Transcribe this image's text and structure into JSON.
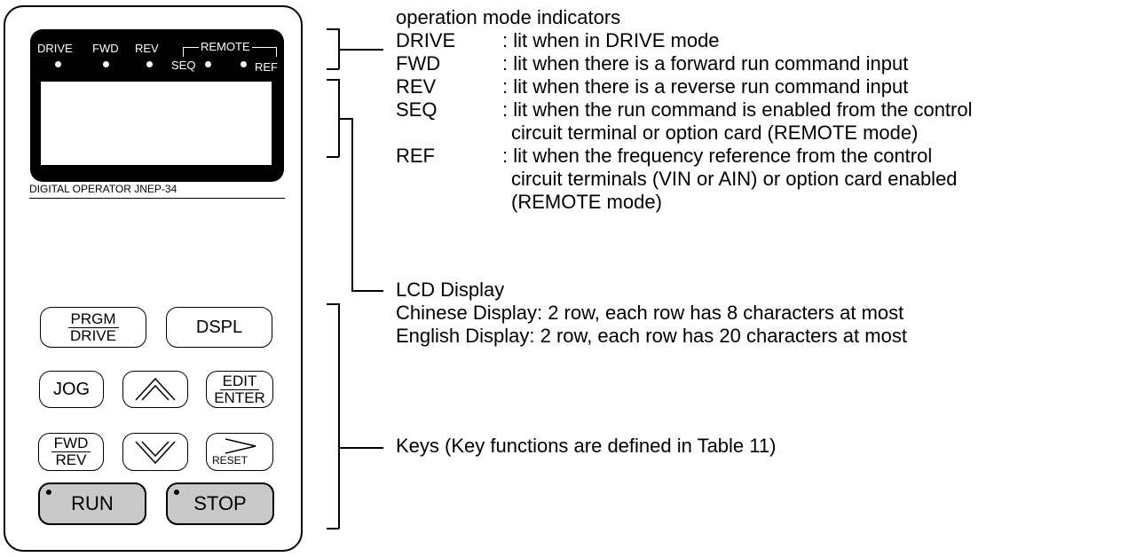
{
  "operator": {
    "indicators": {
      "drive": "DRIVE",
      "fwd": "FWD",
      "rev": "REV",
      "remote": "REMOTE",
      "seq": "SEQ",
      "ref": "REF"
    },
    "model": "DIGITAL OPERATOR JNEP-34",
    "keys": {
      "prgm": "PRGM",
      "drive": "DRIVE",
      "dspl": "DSPL",
      "jog": "JOG",
      "edit": "EDIT",
      "enter": "ENTER",
      "fwd": "FWD",
      "rev": "REV",
      "reset": "RESET",
      "run": "RUN",
      "stop": "STOP"
    }
  },
  "annotations": {
    "indicators_title": "operation mode indicators",
    "items": [
      {
        "term": "DRIVE",
        "desc": ": lit when in DRIVE mode"
      },
      {
        "term": "FWD",
        "desc": ": lit when there is a forward run command input"
      },
      {
        "term": "REV",
        "desc": ": lit when there is a reverse run command input"
      },
      {
        "term": "SEQ",
        "desc": ": lit when the run command is enabled from the control"
      },
      {
        "term": "",
        "desc": "circuit terminal or option card (REMOTE mode)"
      },
      {
        "term": "REF",
        "desc": ": lit when the frequency reference from the control"
      },
      {
        "term": "",
        "desc": "circuit terminals (VIN or AIN) or option card enabled"
      },
      {
        "term": "",
        "desc": "(REMOTE mode)"
      }
    ],
    "lcd_title": "LCD Display",
    "chinese_display": "Chinese Display: 2 row, each row has 8 characters at most",
    "english_display": "English Display: 2 row, each row has 20 characters at most",
    "keys_note": "Keys (Key functions are defined in Table 11)"
  }
}
